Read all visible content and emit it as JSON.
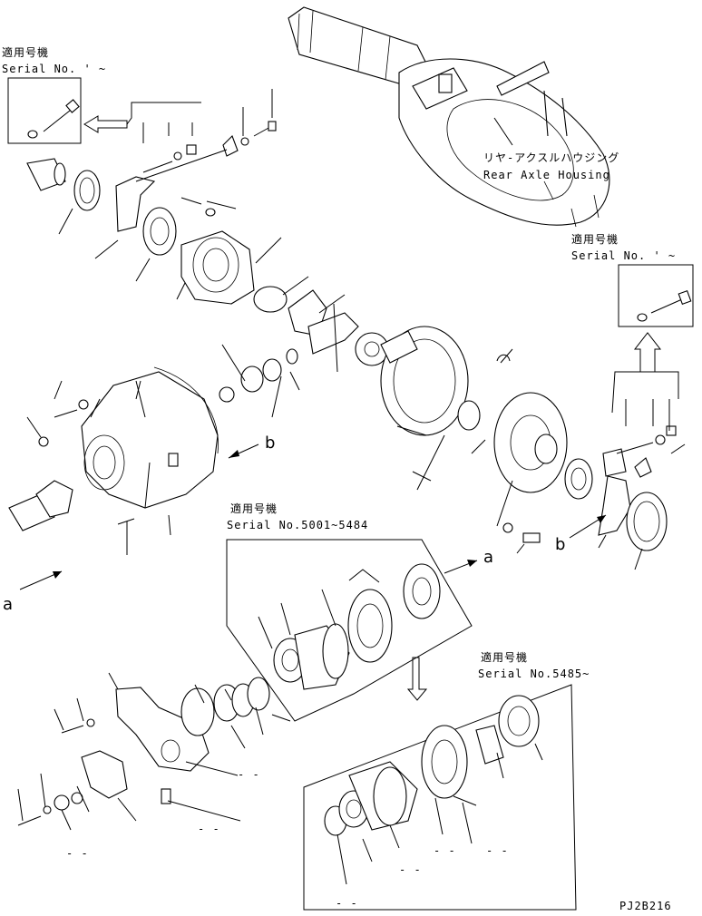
{
  "applicable_label": "適用号機",
  "serial_prefix": "Serial No.",
  "serial_top_left": "Serial No. ' ~",
  "serial_right": "Serial No. ' ~",
  "serial_mid": "Serial No.5001~5484",
  "serial_bottom": "Serial No.5485~",
  "housing_label_jp": "リヤ-アクスルハウジング",
  "housing_label_en": "Rear Axle Housing",
  "callout_a": "a",
  "callout_b": "b",
  "dash_label": "- -",
  "drawing_code": "PJ2B216"
}
